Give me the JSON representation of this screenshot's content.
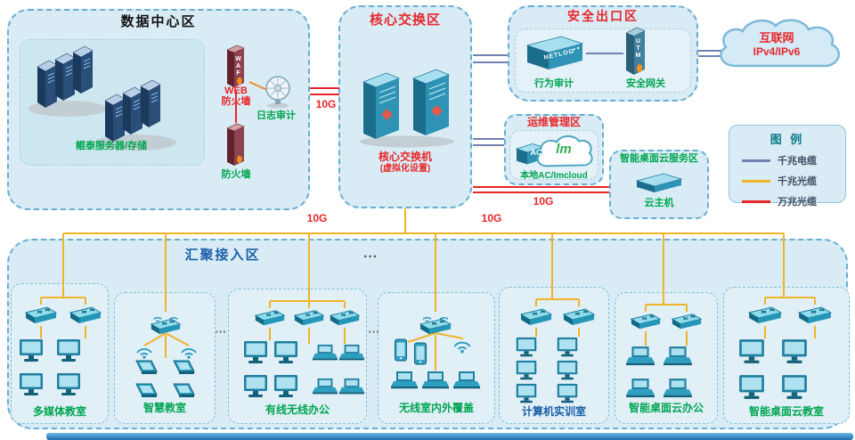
{
  "datacenter": {
    "title": "数据中心区",
    "servers_label": "鲲泰服务器/存储",
    "waf_text": "WAF",
    "web_label_line1": "WEB",
    "web_label_line2": "防火墙",
    "log_audit_label": "日志审计",
    "firewall_label": "防火墙"
  },
  "core": {
    "title": "核心交换区",
    "switch_label_line1": "核心交换机",
    "switch_label_line2": "(虚拟化设置)"
  },
  "security": {
    "title": "安全出口区",
    "netlog_text": "NETLOG",
    "behavior_audit_label": "行为审计",
    "utm_text": "UTM",
    "gateway_label": "安全网关"
  },
  "internet": {
    "line1": "互联网",
    "line2": "IPv4/IPv6"
  },
  "ops": {
    "title": "运维管理区",
    "ac_text": "AC",
    "cloud_text": "lm",
    "device_label": "本地AC/Imcloud"
  },
  "cloud_service": {
    "title": "智能桌面云服务区",
    "host_label": "云主机"
  },
  "legend": {
    "title": "图 例",
    "items": [
      {
        "label": "千兆电缆",
        "color": "#6f82b2"
      },
      {
        "label": "千兆光缆",
        "color": "#f0b429"
      },
      {
        "label": "万兆光缆",
        "color": "#e8262a"
      }
    ]
  },
  "aggregation": {
    "title": "汇聚接入区",
    "dots": "···",
    "rooms": [
      {
        "name": "多媒体教室",
        "color": "#00a651"
      },
      {
        "name": "智慧教室",
        "color": "#00a651"
      },
      {
        "name": "有线无线办公",
        "color": "#00a651"
      },
      {
        "name": "无线室内外覆盖",
        "color": "#00a651"
      },
      {
        "name": "计算机实训室",
        "color": "#1d5fa8"
      },
      {
        "name": "智能桌面云办公",
        "color": "#00a651"
      },
      {
        "name": "智能桌面云教室",
        "color": "#00a651"
      }
    ]
  },
  "links": {
    "labels": [
      "10G",
      "10G",
      "10G",
      "10G"
    ]
  }
}
